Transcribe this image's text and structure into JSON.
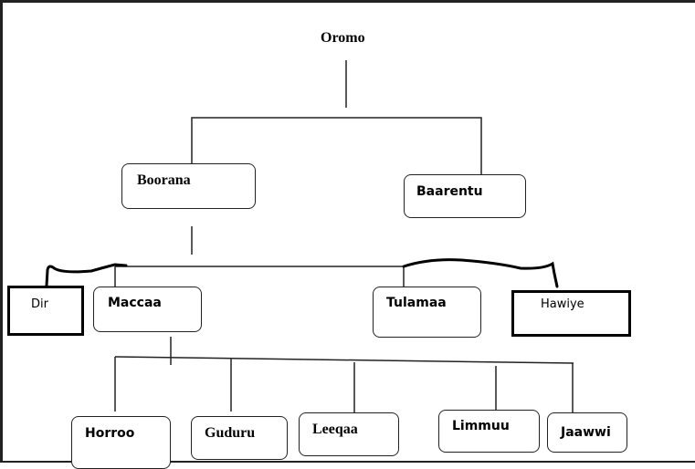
{
  "diagram": {
    "title": "Oromo tribal tree",
    "root": {
      "label": "Oromo"
    },
    "level1": [
      {
        "id": "boorana",
        "label": "Boorana"
      },
      {
        "id": "baarentu",
        "label": "Baarentu"
      }
    ],
    "level2": [
      {
        "id": "dir",
        "label": "Dir",
        "annotated": true
      },
      {
        "id": "maccaa",
        "label": "Maccaa"
      },
      {
        "id": "tulamaa",
        "label": "Tulamaa"
      },
      {
        "id": "hawiye",
        "label": "Hawiye",
        "annotated": true
      }
    ],
    "level3": [
      {
        "id": "horroo",
        "label": "Horroo"
      },
      {
        "id": "guduru",
        "label": "Guduru"
      },
      {
        "id": "leeqaa",
        "label": "Leeqaa"
      },
      {
        "id": "limmuu",
        "label": "Limmuu"
      },
      {
        "id": "jaawwi",
        "label": "Jaawwi"
      }
    ],
    "colors": {
      "line": "#222222",
      "annotation": "#000000",
      "background": "#ffffff"
    }
  }
}
